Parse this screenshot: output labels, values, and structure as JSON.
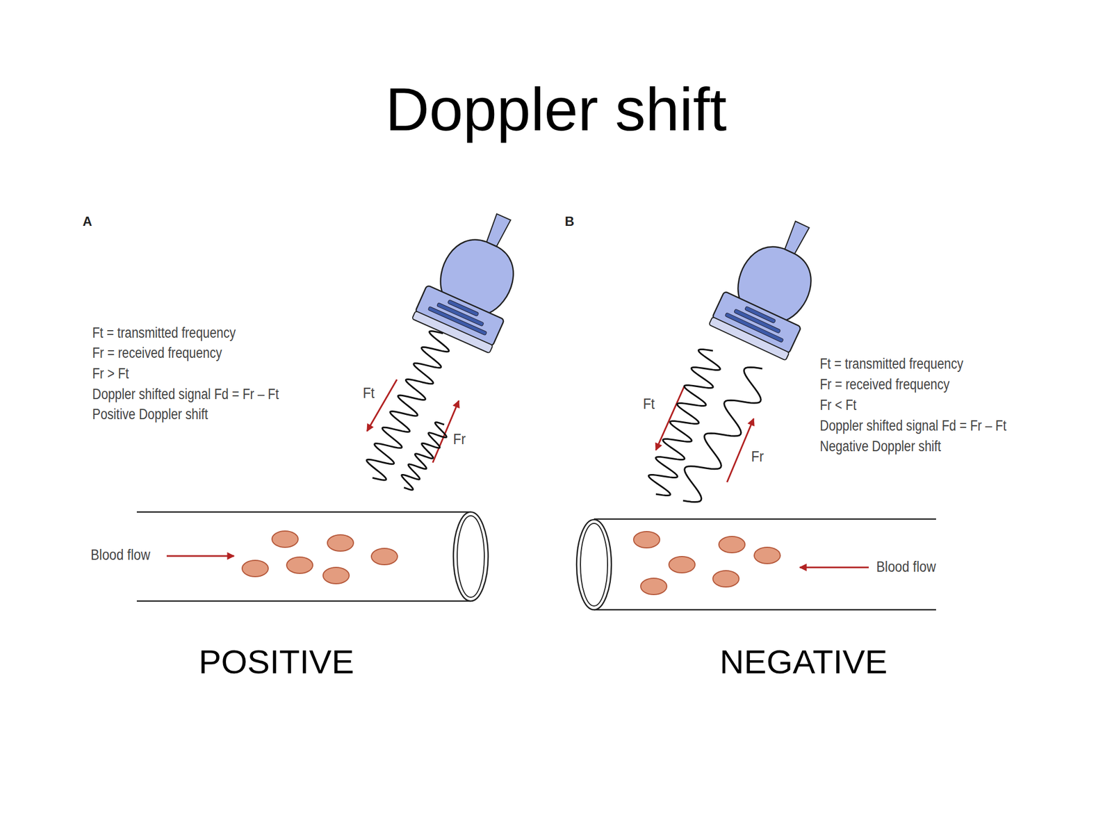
{
  "diagram": {
    "title": "Doppler shift",
    "labels": [
      "A",
      "B",
      "Ft = transmitted frequency",
      "Fr = received frequency",
      "Fr > Ft",
      "Doppler shifted signal Fd = Fr – Ft",
      "Positive Doppler shift",
      "Ft",
      "Fr",
      "Ft",
      "Fr",
      "Ft = transmitted frequency",
      "Fr = received frequency",
      "Fr < Ft",
      "Doppler shifted signal Fd = Fr – Ft",
      "Negative Doppler shift",
      "Blood flow",
      "Blood flow",
      "POSITIVE",
      "NEGATIVE"
    ]
  }
}
